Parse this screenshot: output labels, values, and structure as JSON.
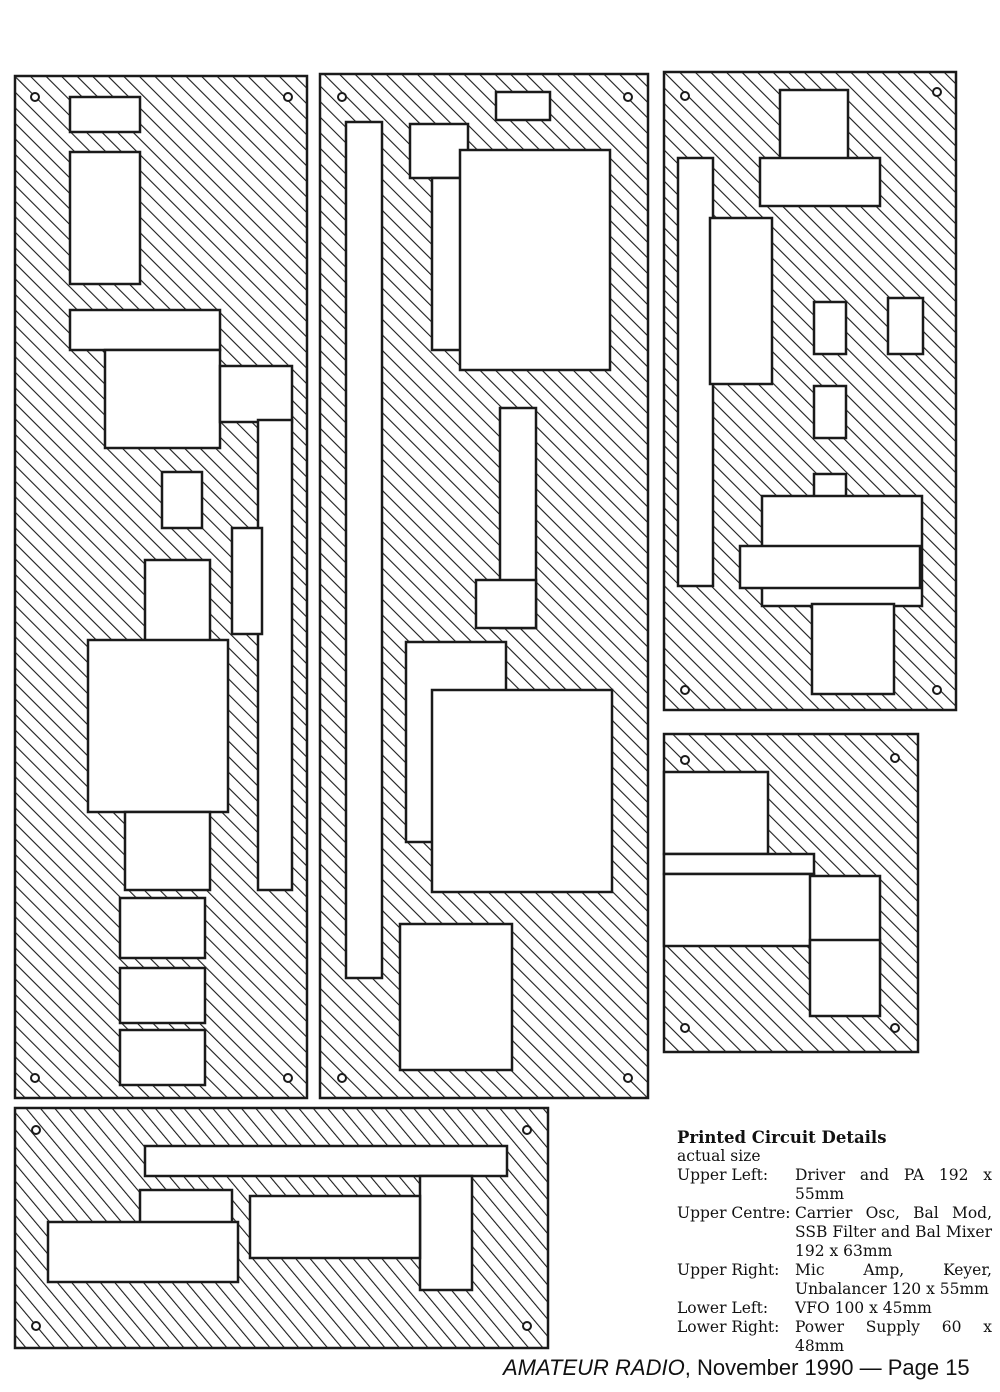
{
  "caption": {
    "title": "Printed Circuit Details",
    "subtitle": "actual size",
    "rows": [
      {
        "label": "Upper Left:",
        "text": "Driver and PA 192 x 55mm"
      },
      {
        "label": "Upper Centre:",
        "text": "Carrier Osc, Bal Mod, SSB Filter and Bal Mixer 192 x 63mm"
      },
      {
        "label": "Upper Right:",
        "text": "Mic Amp, Keyer, Unbalancer 120 x 55mm"
      },
      {
        "label": "Lower Left:",
        "text": "VFO 100 x 45mm"
      },
      {
        "label": "Lower Right:",
        "text": "Power Supply 60 x 48mm"
      }
    ]
  },
  "footer": {
    "magazine": "AMATEUR RADIO",
    "rest": ", November 1990 — Page 15"
  },
  "colors": {
    "ink": "#1a1a1a",
    "paper": "#ffffff"
  }
}
